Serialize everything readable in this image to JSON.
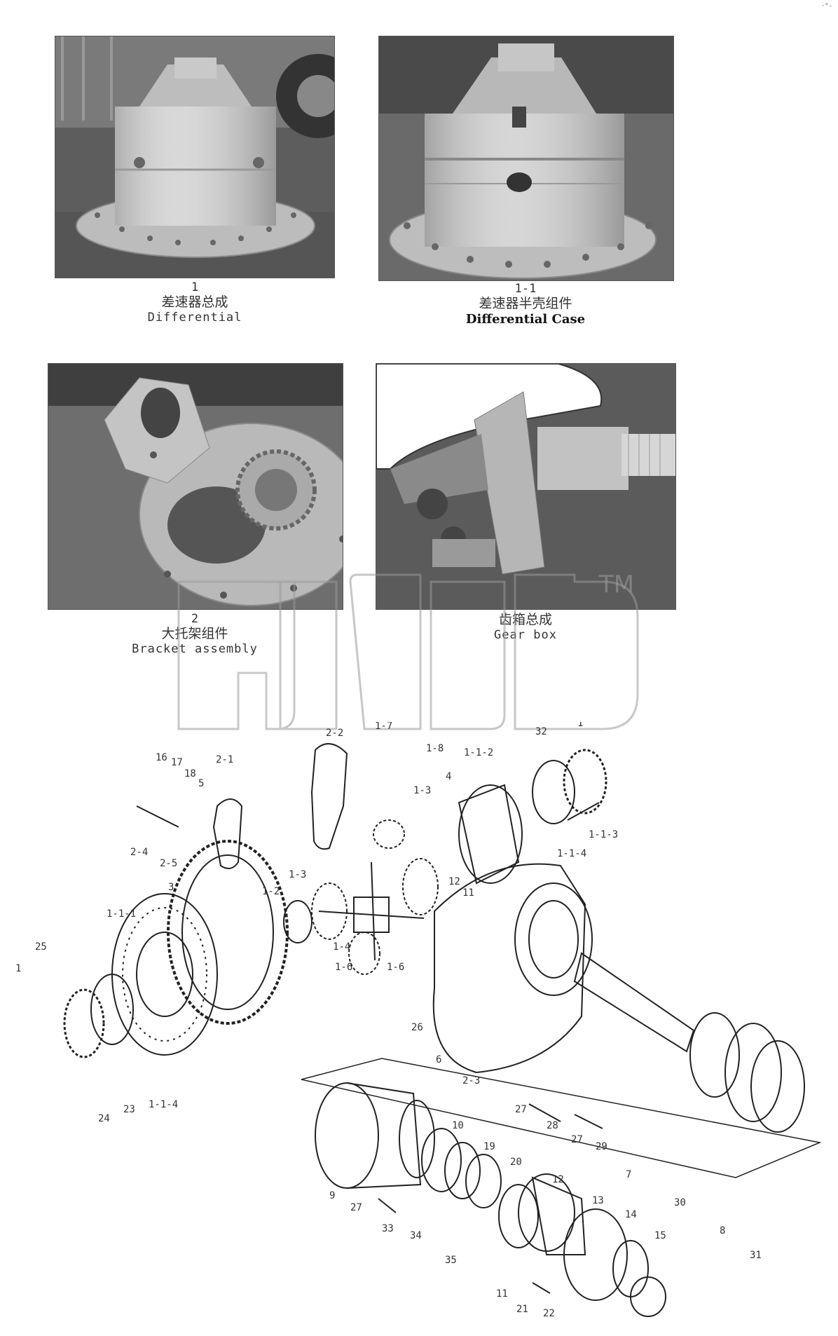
{
  "corner_mark": "·°-",
  "photos": [
    {
      "number": "1",
      "zh": "差速器总成",
      "en": "Differential",
      "en_bold": false
    },
    {
      "number": "1-1",
      "zh": "差速器半壳组件",
      "en": "Differential Case",
      "en_bold": true
    },
    {
      "number": "2",
      "zh": "大托架组件",
      "en": "Bracket assembly",
      "en_bold": false
    },
    {
      "number": "",
      "zh": "齿箱总成",
      "en": "Gear box",
      "en_bold": false
    }
  ],
  "watermark": {
    "tm": "TM"
  },
  "diagram_labels": [
    "16",
    "17",
    "18",
    "5",
    "2-1",
    "2-4",
    "2-5",
    "2-2",
    "1-7",
    "1-8",
    "1-1-2",
    "32",
    "1",
    "1-3",
    "4",
    "1-1-3",
    "1-1-4",
    "3",
    "1-1-1",
    "1-2",
    "1-3",
    "12",
    "11",
    "25",
    "1",
    "1-4",
    "1-6",
    "1-6",
    "26",
    "6",
    "2-3",
    "24",
    "23",
    "1-1-4",
    "27",
    "28",
    "27",
    "29",
    "7",
    "10",
    "19",
    "20",
    "12",
    "9",
    "27",
    "33",
    "34",
    "35",
    "13",
    "14",
    "15",
    "30",
    "8",
    "31",
    "11",
    "21",
    "22"
  ]
}
